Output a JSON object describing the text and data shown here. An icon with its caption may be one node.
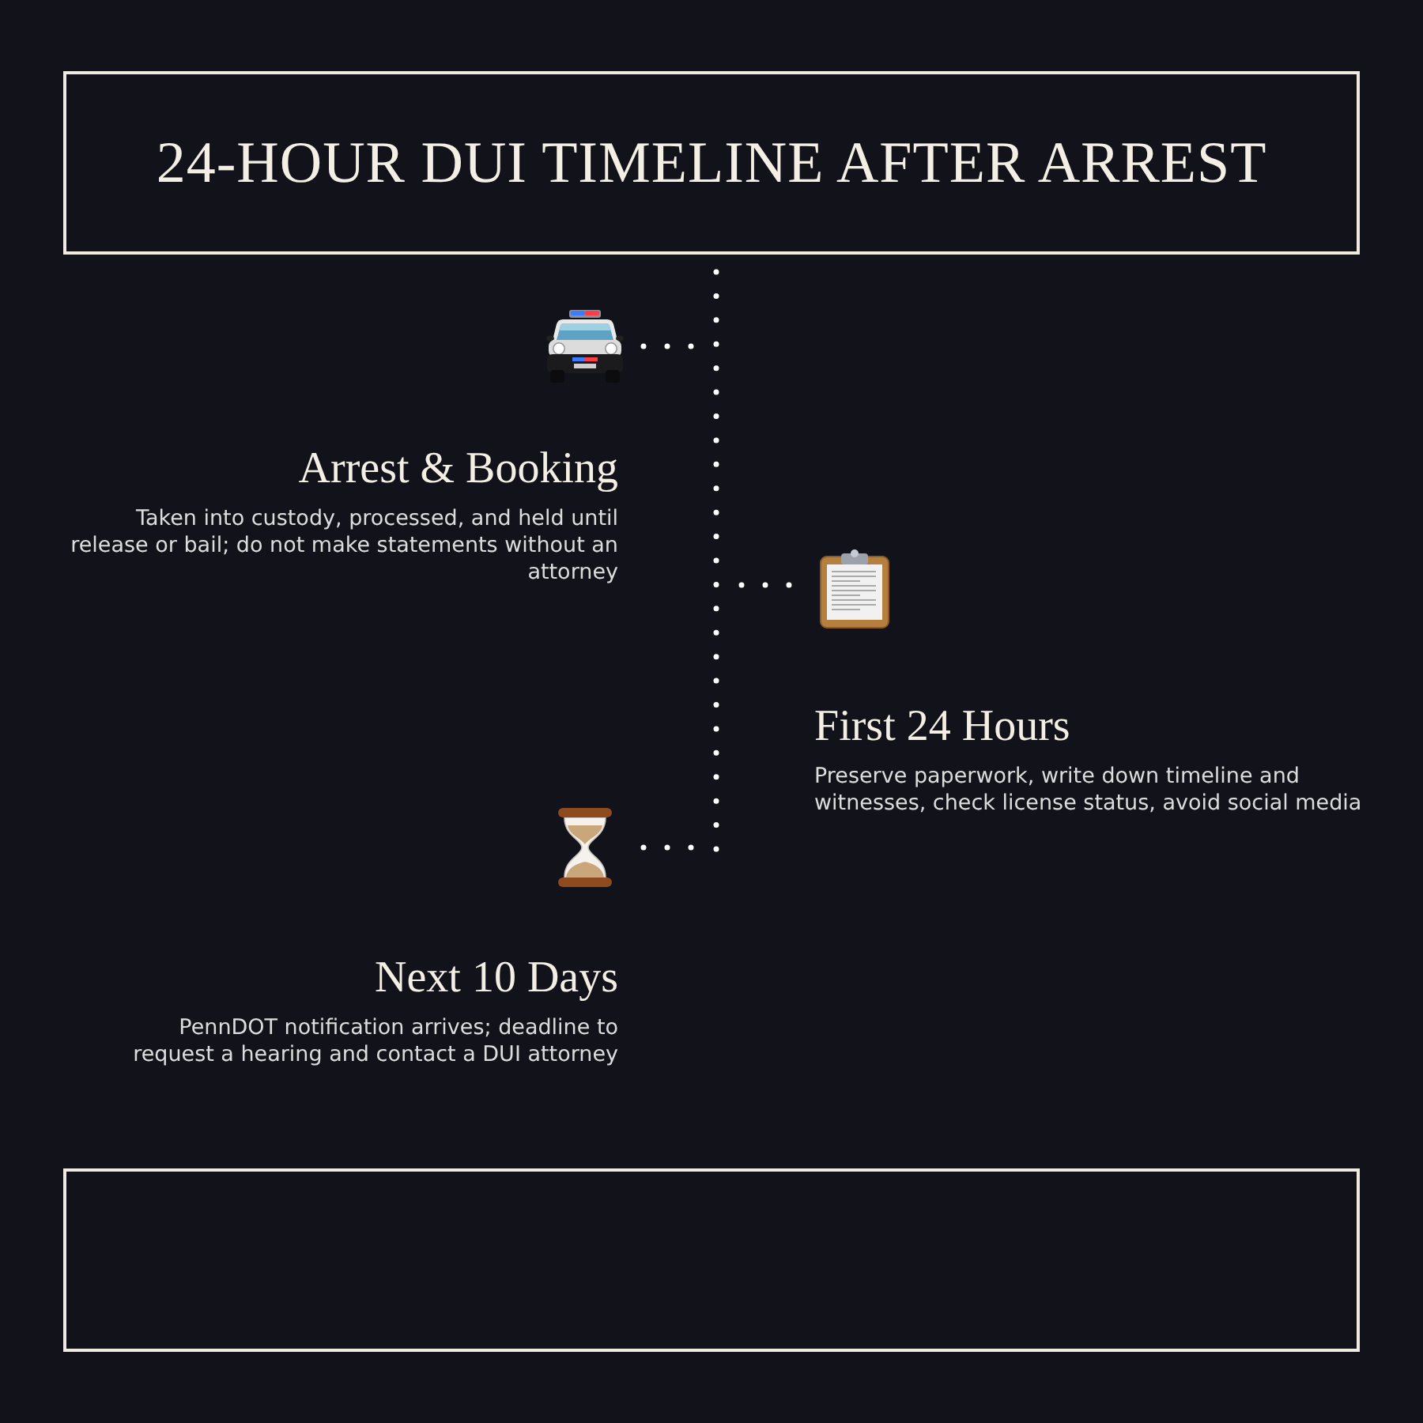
{
  "diagram": {
    "title": "24-HOUR DUI TIMELINE AFTER ARREST",
    "nodes": [
      {
        "text": [],
        "shape": "line"
      },
      {
        "text": [],
        "shape": "picture",
        "beside": [
          "Arrest & Booking",
          "Taken into custody, processed, and held until release or bail; do not make statements without an attorney"
        ]
      },
      {
        "text": [],
        "shape": "picture",
        "beside": [
          "First 24 Hours",
          "Preserve paperwork, write down timeline and witnesses, check license status, avoid social media"
        ]
      },
      {
        "text": [],
        "shape": "picture",
        "beside": [
          "Next 10 Days",
          "PennDOT notification arrives; deadline to request a hearing and contact a DUI attorney"
        ]
      },
      {
        "text": [],
        "shape": "box"
      }
    ],
    "edges": [
      {
        "from": 0,
        "to": 1,
        "arrow": "none",
        "style": "dashed"
      },
      {
        "from": 0,
        "to": 2,
        "arrow": "none",
        "style": "dashed"
      },
      {
        "from": 0,
        "to": 3,
        "arrow": "none",
        "style": "dashed"
      }
    ]
  }
}
